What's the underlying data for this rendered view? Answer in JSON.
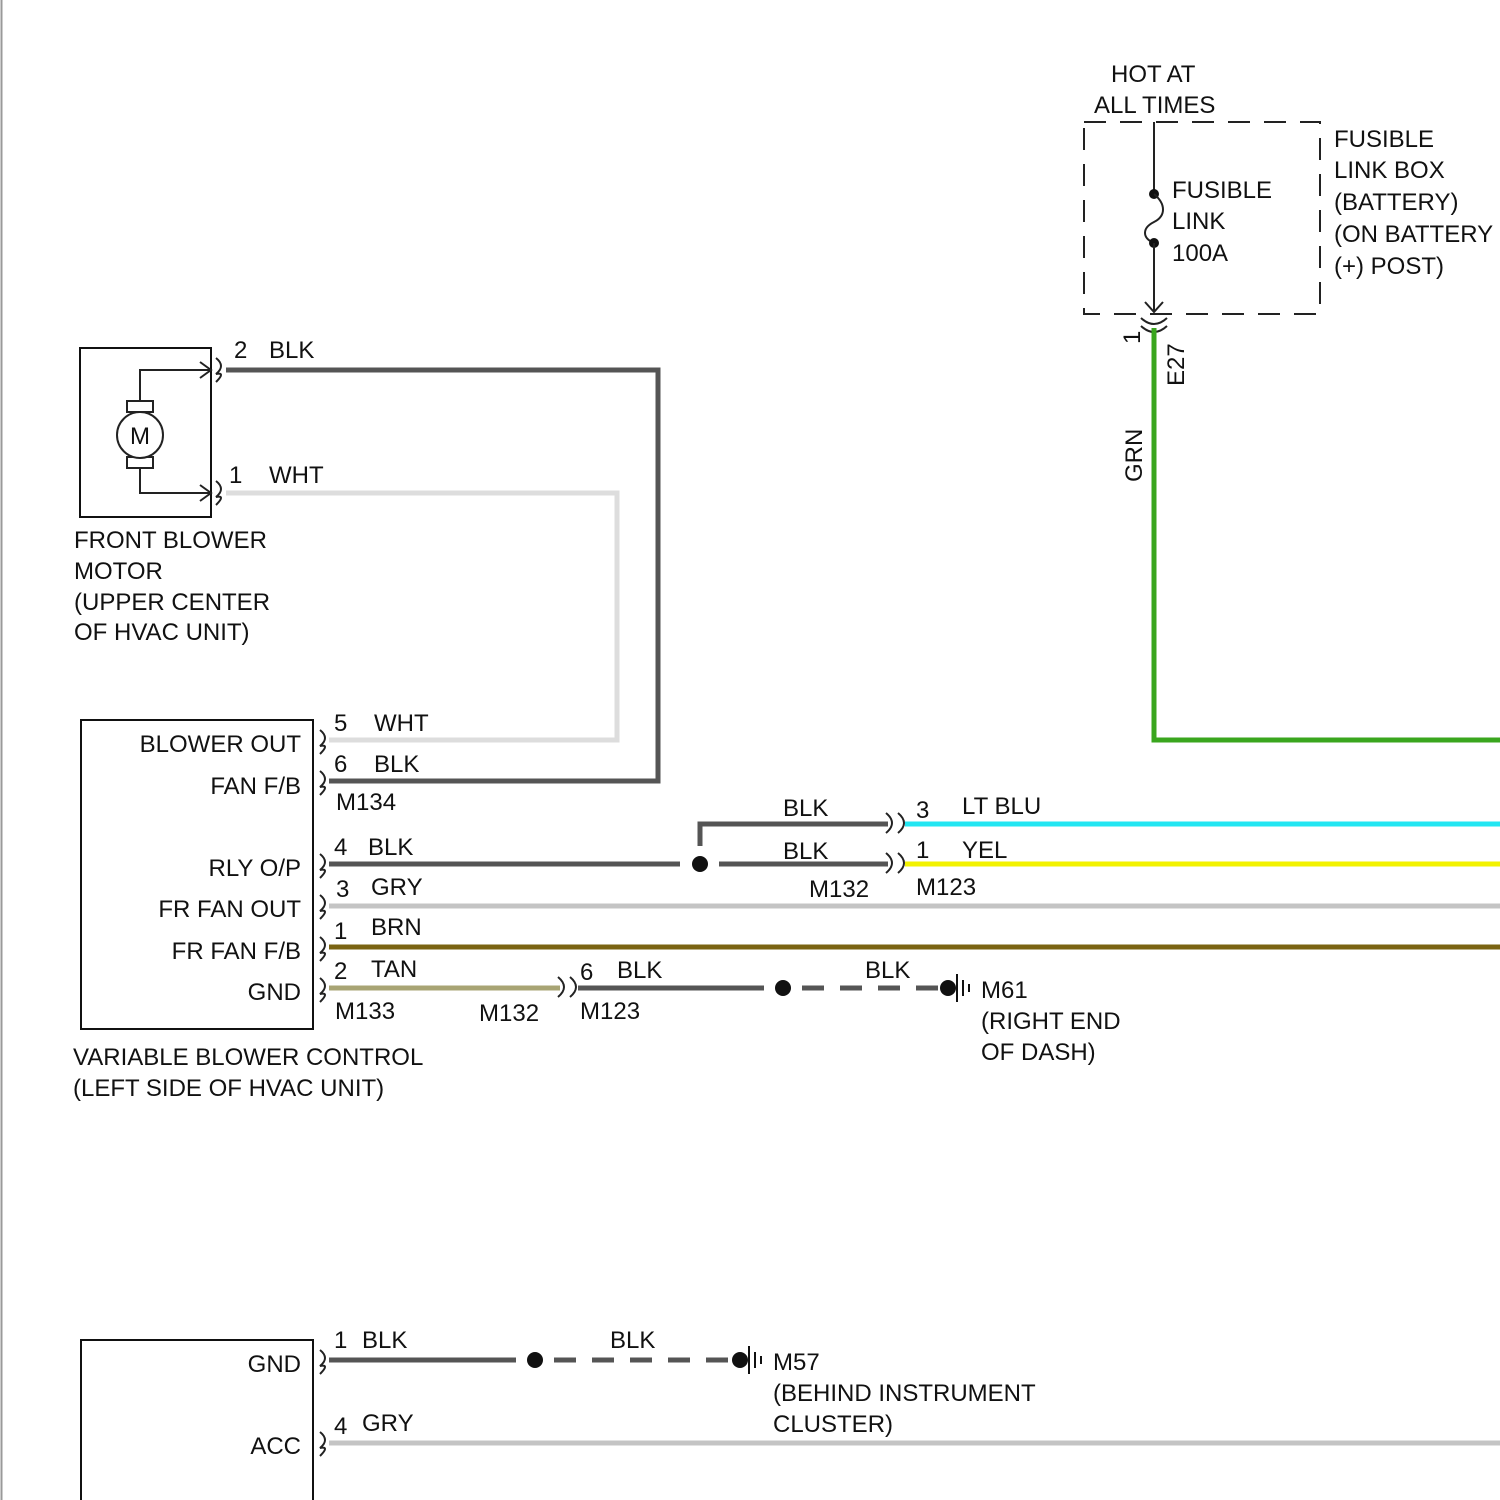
{
  "power": {
    "hot_line1": "HOT AT",
    "hot_line2": "ALL TIMES",
    "fuse_line1": "FUSIBLE",
    "fuse_line2": "LINK",
    "fuse_line3": "100A",
    "box_line1": "FUSIBLE",
    "box_line2": "LINK BOX",
    "box_line3": "(BATTERY)",
    "box_line4": "(ON BATTERY",
    "box_line5": "(+) POST)",
    "pin": "1",
    "connector": "E27",
    "wire": "GRN"
  },
  "motor": {
    "symbol": "M",
    "pin2": "2",
    "pin2_wire": "BLK",
    "pin1": "1",
    "pin1_wire": "WHT",
    "label_line1": "FRONT BLOWER",
    "label_line2": "MOTOR",
    "label_line3": "(UPPER CENTER",
    "label_line4": "OF HVAC UNIT)"
  },
  "vbc": {
    "blower_out": "BLOWER OUT",
    "fan_fb": "FAN F/B",
    "rly_op": "RLY O/P",
    "fr_fan_out": "FR FAN OUT",
    "fr_fan_fb": "FR FAN F/B",
    "gnd": "GND",
    "p5": "5",
    "p5_wire": "WHT",
    "p6": "6",
    "p6_wire": "BLK",
    "conn_m134": "M134",
    "p4": "4",
    "p4_wire": "BLK",
    "p3": "3",
    "p3_wire": "GRY",
    "p1": "1",
    "p1_wire": "BRN",
    "p2": "2",
    "p2_wire": "TAN",
    "conn_m133": "M133",
    "label_line1": "VARIABLE BLOWER CONTROL",
    "label_line2": "(LEFT SIDE OF HVAC UNIT)"
  },
  "splice": {
    "blk_top": "BLK",
    "blk_mid": "BLK",
    "conn_m132": "M132",
    "p3": "3",
    "p3_wire": "LT BLU",
    "p1": "1",
    "p1_wire": "YEL",
    "conn_m123": "M123",
    "conn_m132_b": "M132",
    "p6": "6",
    "p6_wire": "BLK",
    "conn_m123_b": "M123",
    "blk_gnd": "BLK",
    "gnd_m61": "M61",
    "gnd_m61_line2": "(RIGHT END",
    "gnd_m61_line3": "OF DASH)"
  },
  "lower": {
    "gnd": "GND",
    "acc": "ACC",
    "p1": "1",
    "p1_wire": "BLK",
    "blk_gnd": "BLK",
    "gnd_m57": "M57",
    "gnd_m57_line2": "(BEHIND INSTRUMENT",
    "gnd_m57_line3": "CLUSTER)",
    "p4": "4",
    "p4_wire": "GRY"
  },
  "colors": {
    "grn": "#3aa61e",
    "lt_blu": "#22e6f2",
    "yel": "#f2f200",
    "brn": "#7a6412",
    "tan": "#a8a474",
    "blk": "#555555",
    "wht": "#dddddd",
    "gry": "#c4c4c4"
  }
}
